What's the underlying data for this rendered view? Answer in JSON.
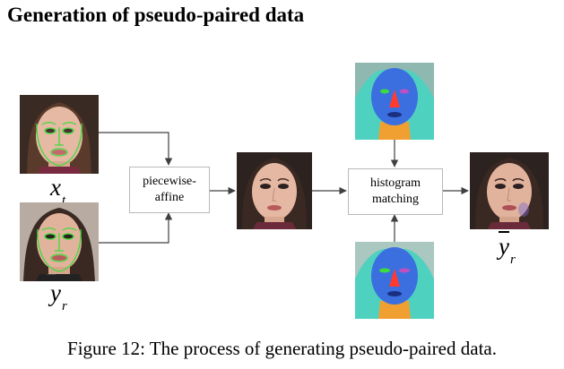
{
  "title": "Generation of pseudo-paired data",
  "nodes": {
    "piecewise": [
      "piecewise-",
      "affine"
    ],
    "histogram": [
      "histogram",
      "matching"
    ]
  },
  "labels": {
    "x_t": {
      "base": "x",
      "sub": "t"
    },
    "y_r": {
      "base": "y",
      "sub": "r"
    },
    "y_bar_r": {
      "base": "y",
      "sub": "r"
    }
  },
  "caption": "Figure 12: The process of generating pseudo-paired data.",
  "colors": {
    "arrow": "#404040",
    "box_border": "#b9b9b9",
    "landmark": "#3cdc3c",
    "seg_face": "#3b6fe0",
    "seg_nose": "#ff3b2f",
    "seg_neck": "#f0a030",
    "seg_hair": "#4fd1c0"
  },
  "icons": [
    "face-photo",
    "landmark-overlay",
    "segmentation-map",
    "arrow-right-icon",
    "arrow-up-icon",
    "arrow-down-icon"
  ]
}
